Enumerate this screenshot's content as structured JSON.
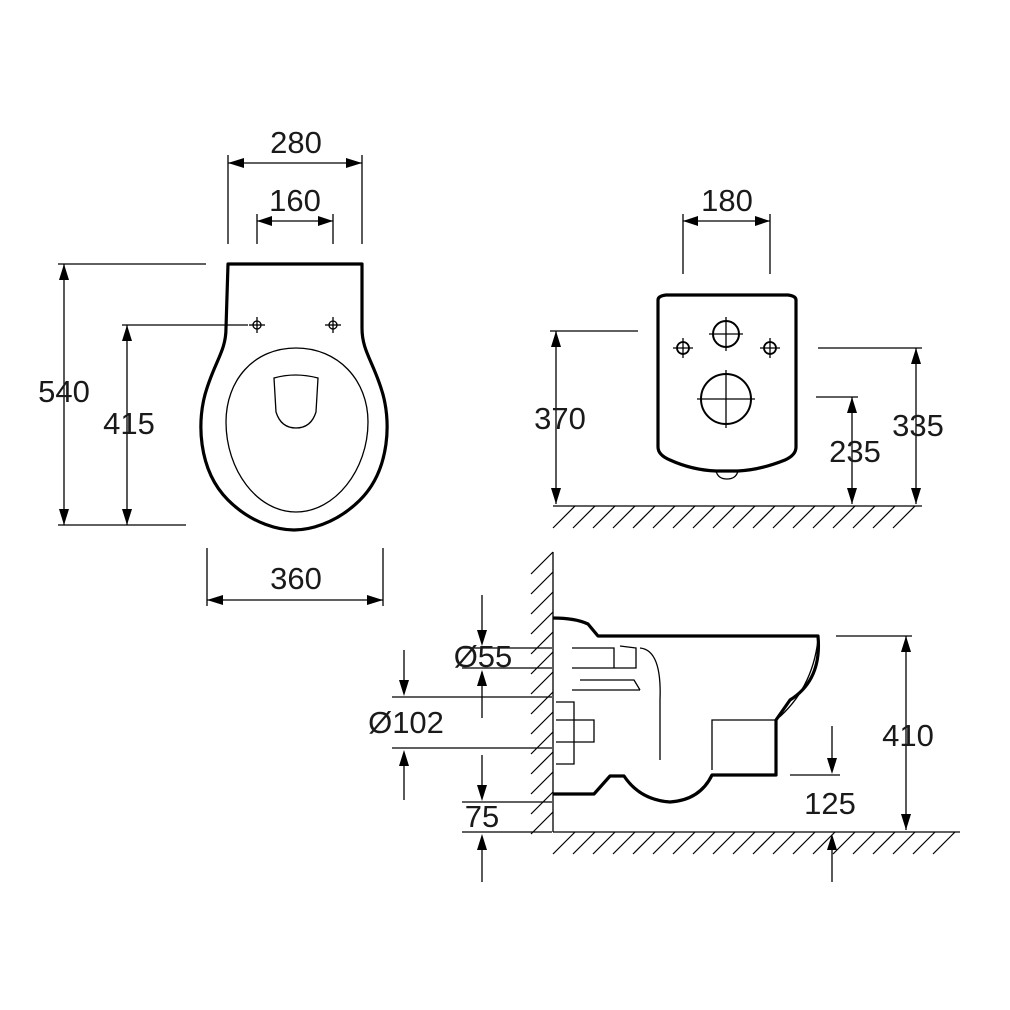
{
  "views": {
    "top": {
      "dims": {
        "overall_width": "280",
        "hole_spacing": "160",
        "overall_length": "540",
        "hole_to_front": "415",
        "bowl_width": "360"
      }
    },
    "rear": {
      "dims": {
        "bolt_spacing": "180",
        "top_height": "370",
        "bolt_height": "335",
        "outlet_height": "235"
      }
    },
    "side": {
      "dims": {
        "inlet_diameter": "Ø55",
        "outlet_diameter": "Ø102",
        "outlet_offset": "75",
        "bowl_height": "410",
        "bottom_clearance": "125"
      }
    }
  }
}
